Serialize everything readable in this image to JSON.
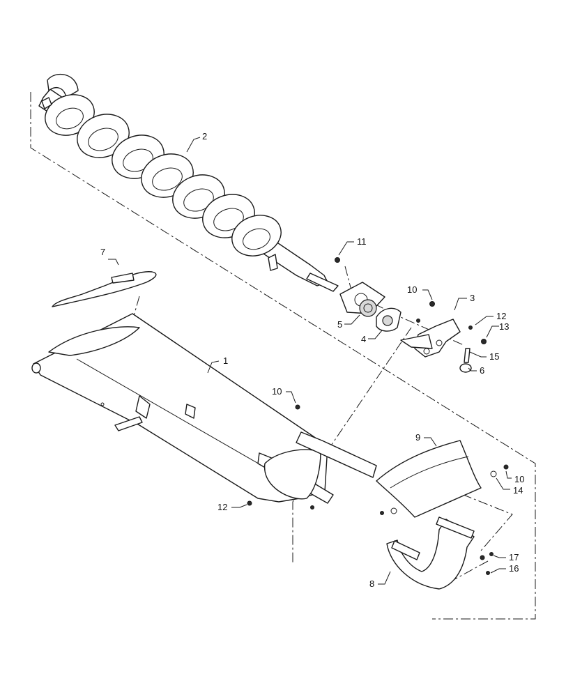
{
  "callouts": {
    "c1": "1",
    "c2": "2",
    "c3": "3",
    "c4": "4",
    "c5": "5",
    "c6": "6",
    "c7": "7",
    "c8": "8",
    "c9": "9",
    "c10a": "10",
    "c10b": "10",
    "c10c": "10",
    "c11": "11",
    "c12a": "12",
    "c12b": "12",
    "c13": "13",
    "c14": "14",
    "c15": "15",
    "c16": "16",
    "c17": "17"
  }
}
